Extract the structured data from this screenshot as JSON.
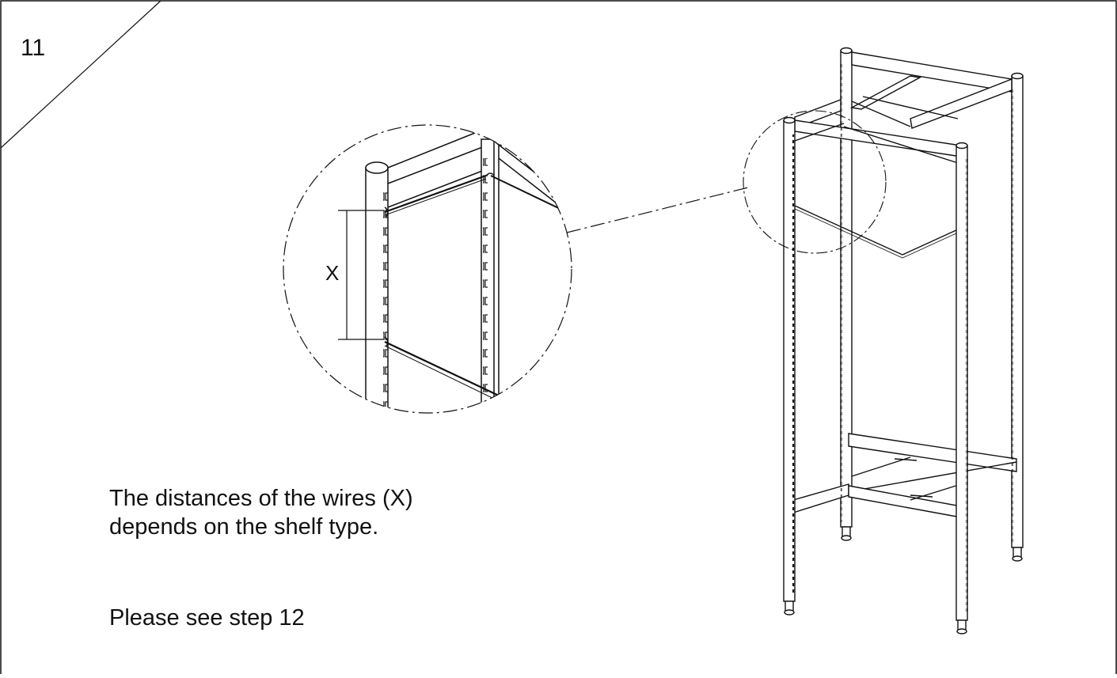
{
  "step": {
    "number": "11"
  },
  "detail": {
    "dimension_label": "X"
  },
  "note": {
    "line1": "The distances of the wires (X)",
    "line2": "depends on the shelf type.",
    "reference": "Please see step 12"
  }
}
